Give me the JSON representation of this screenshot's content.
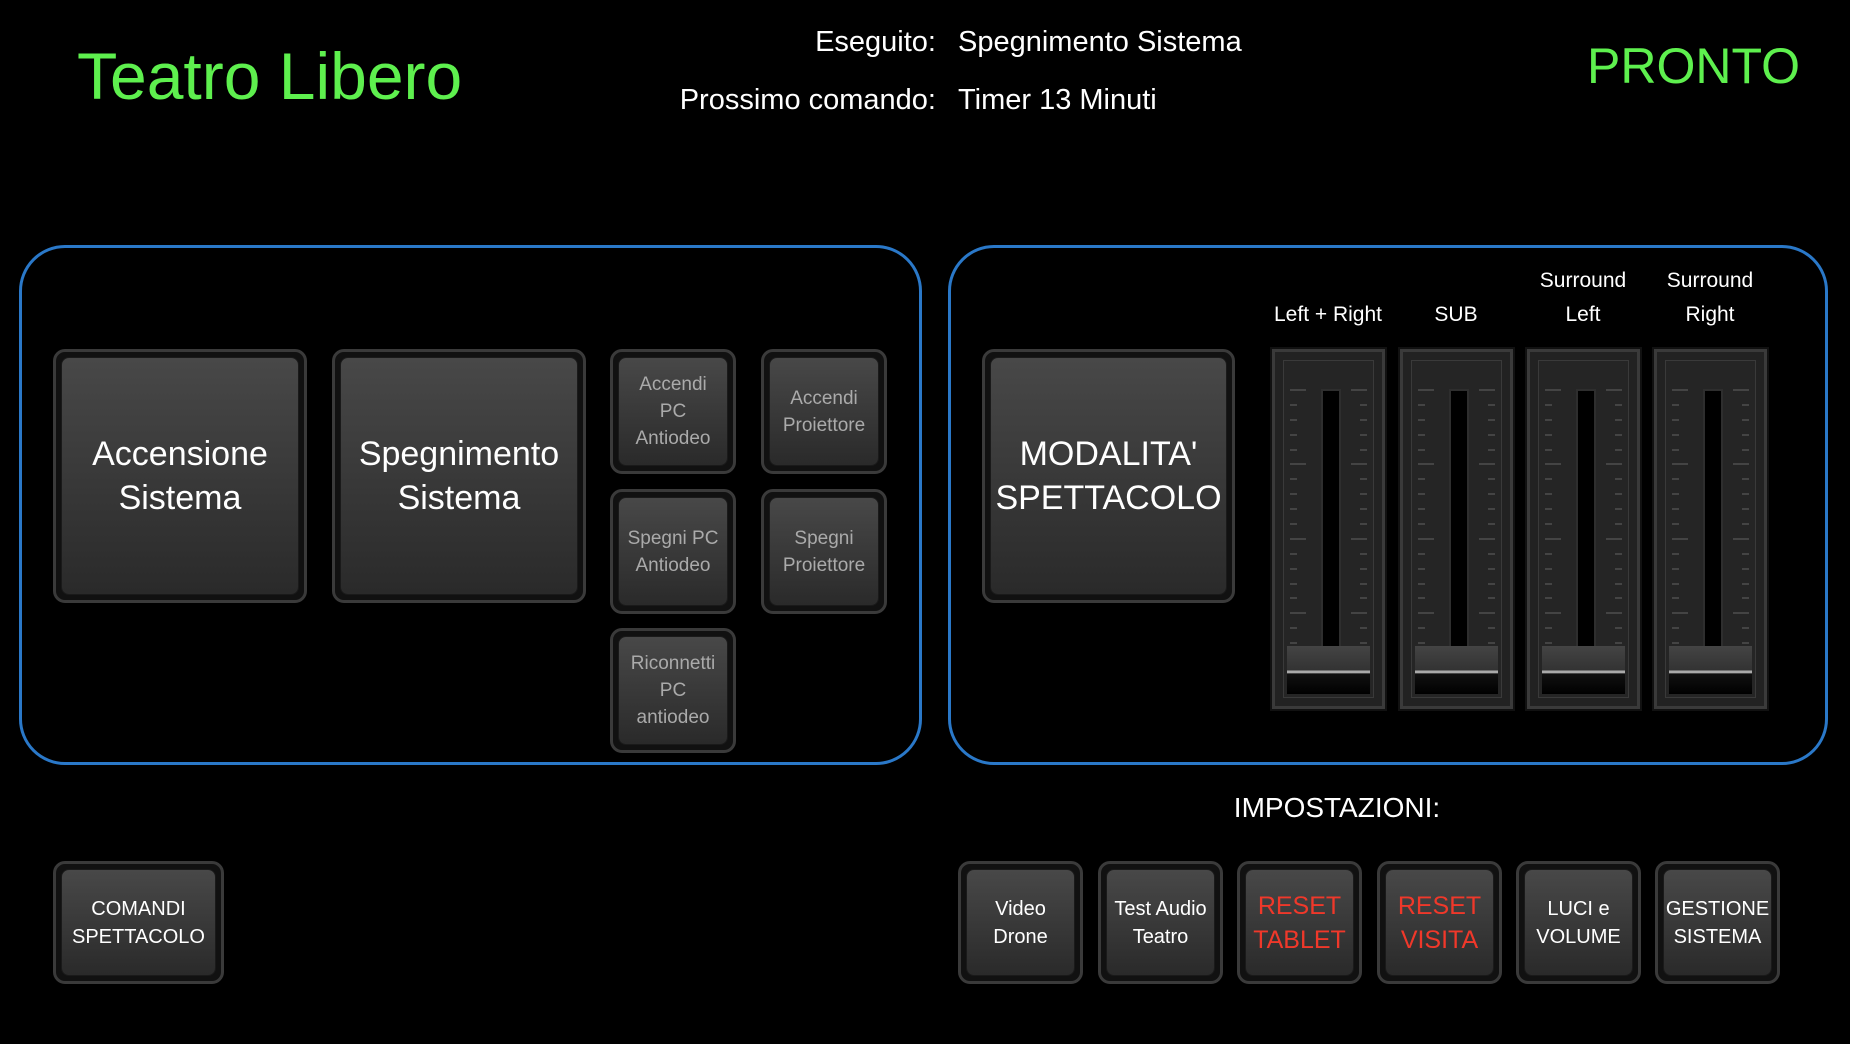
{
  "header": {
    "title": "Teatro Libero",
    "status": "PRONTO",
    "executed_label": "Eseguito:",
    "executed_value": "Spegnimento Sistema",
    "next_label": "Prossimo comando:",
    "next_value": "Timer 13 Minuti"
  },
  "system_panel": {
    "power_on": "Accensione\nSistema",
    "power_off": "Spegnimento\nSistema",
    "small_buttons": [
      "Accendi\nPC\nAntiodeo",
      "Accendi\nProiettore",
      "Spegni PC\nAntiodeo",
      "Spegni\nProiettore",
      "Riconnetti\nPC\nantiodeo"
    ]
  },
  "audio_panel": {
    "show_mode": "MODALITA'\nSPETTACOLO",
    "faders": [
      {
        "label": "Left + Right",
        "value": 0
      },
      {
        "label": "SUB",
        "value": 0
      },
      {
        "label": "Surround\nLeft",
        "value": 0
      },
      {
        "label": "Surround\nRight",
        "value": 0
      }
    ]
  },
  "settings": {
    "heading": "IMPOSTAZIONI:",
    "buttons": [
      "Video\nDrone",
      "Test Audio\nTeatro",
      "RESET\nTABLET",
      "RESET\nVISITA",
      "LUCI e\nVOLUME",
      "GESTIONE\nSISTEMA"
    ]
  },
  "show_commands": "COMANDI\nSPETTACOLO",
  "colors": {
    "accent_green": "#5ef04e",
    "panel_border": "#2a78c8",
    "warning_red": "#f0382a"
  }
}
